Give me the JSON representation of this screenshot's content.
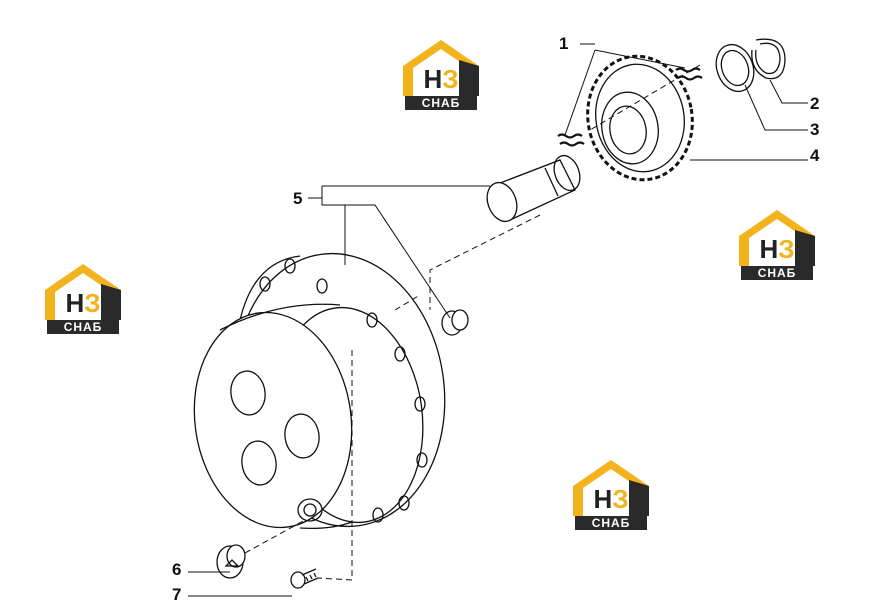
{
  "callouts": [
    {
      "id": "1",
      "label": "1"
    },
    {
      "id": "2",
      "label": "2"
    },
    {
      "id": "3",
      "label": "3"
    },
    {
      "id": "4",
      "label": "4"
    },
    {
      "id": "5",
      "label": "5"
    },
    {
      "id": "6",
      "label": "6"
    },
    {
      "id": "7",
      "label": "7"
    }
  ],
  "watermark": {
    "mark_left": "Н",
    "mark_right": "З",
    "caption": "СНАБ",
    "colors": {
      "accent": "#f2b31c",
      "dark": "#2a2a2a"
    }
  }
}
